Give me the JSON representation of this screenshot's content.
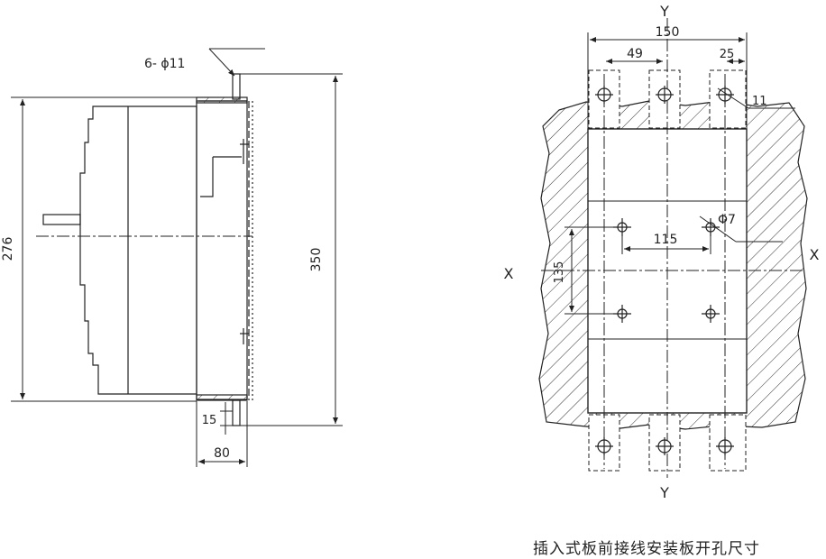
{
  "side_view": {
    "hole_spec": "6- ϕ11",
    "dim_height": "276",
    "dim_total_height": "350",
    "dim_depth": "80",
    "dim_terminal": "15"
  },
  "cutout_view": {
    "axis_top": "Y",
    "axis_bottom": "Y",
    "axis_left": "X",
    "axis_right": "X",
    "dim_width": "150",
    "dim_pitch": "49",
    "dim_edge": "25",
    "dim_hole": "11",
    "dim_mount_hole": "Φ7",
    "dim_mount_h": "115",
    "dim_mount_v": "135"
  },
  "caption": "插入式板前接线安装板开孔尺寸"
}
